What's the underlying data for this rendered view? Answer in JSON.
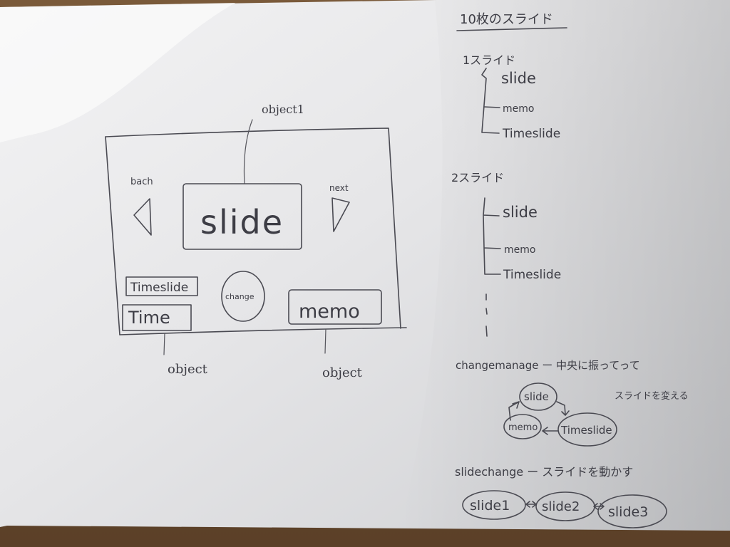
{
  "sketch": {
    "object_top": "object1",
    "back_label": "bach",
    "next_label": "next",
    "slide_label": "slide",
    "timeslide_label": "Timeslide",
    "time_label": "Time",
    "change_label": "change",
    "memo_label": "memo",
    "object_left": "object",
    "object_right": "object"
  },
  "notes": {
    "heading": "10枚のスライド",
    "slide1_title": "1スライド",
    "slide1_items": [
      "slide",
      "memo",
      "Timeslide"
    ],
    "slide2_title": "2スライド",
    "slide2_items": [
      "slide",
      "memo",
      "Timeslide"
    ],
    "changemanage": "changemanage ー 中央に振ってって",
    "changemanage_cont": "スライドを変える",
    "cycle": {
      "slide": "slide",
      "timeslide": "Timeslide",
      "memo": "memo"
    },
    "slidechange": "slidechange ー スライドを動かす",
    "chain": [
      "slide1",
      "slide2",
      "slide3"
    ]
  },
  "colors": {
    "paper": "#e9e9eb",
    "table": "#6b4f33",
    "ink": "#4a4a52"
  }
}
